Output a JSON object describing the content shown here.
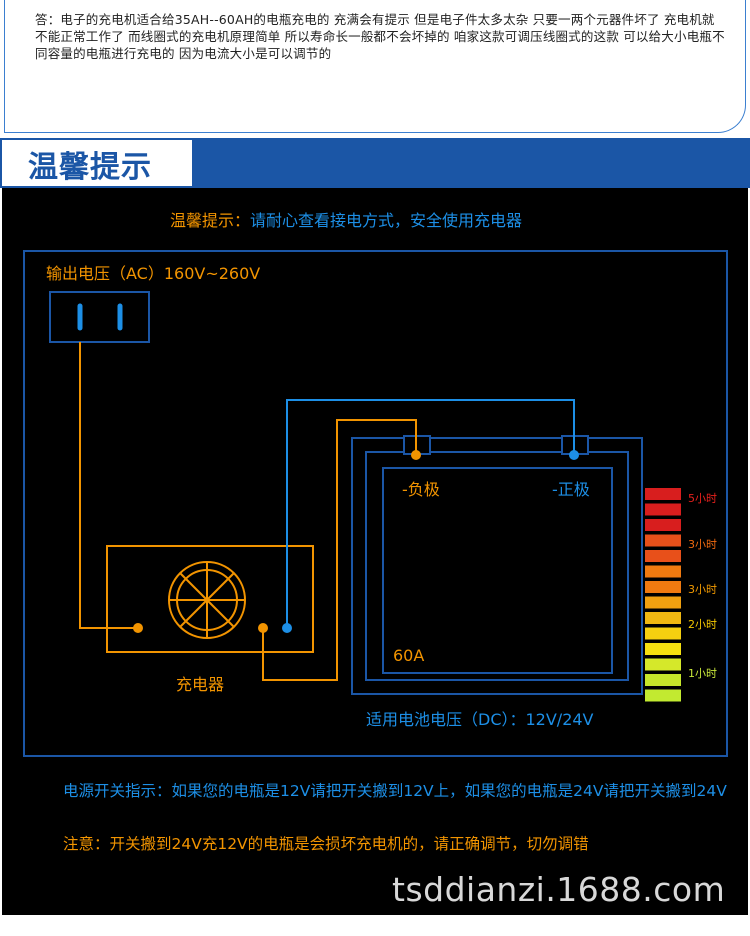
{
  "qa": {
    "text": "答：电子的充电机适合给35AH--60AH的电瓶充电的 充满会有提示 但是电子件太多太杂 只要一两个元器件坏了 充电机就不能正常工作了 而线圈式的充电机原理简单 所以寿命长一般都不会坏掉的 咱家这款可调压线圈式的这款 可以给大小电瓶不同容量的电瓶进行充电的 因为电流大小是可以调节的"
  },
  "header": {
    "title": "温馨提示"
  },
  "diagram": {
    "tip_prefix": "温馨提示：",
    "tip_body": "请耐心查看接电方式，安全使用充电器",
    "output_voltage": "输出电压（AC）160V~260V",
    "charger_label": "充电器",
    "negative_label": "-负极",
    "positive_label": "-正极",
    "current_label": "60A",
    "battery_voltage": "适用电池电压（DC）：12V/24V",
    "time_labels": [
      "5小时",
      "3小时",
      "3小时",
      "2小时",
      "1小时"
    ],
    "time_label_colors": [
      "#e5201c",
      "#f06a0f",
      "#f29a00",
      "#f5c800",
      "#c8e63a"
    ],
    "bar_colors": [
      "#d81e1e",
      "#d81e1e",
      "#d81e1e",
      "#e8501a",
      "#e8501a",
      "#f07a10",
      "#f07a10",
      "#f0a010",
      "#f0b812",
      "#f5d010",
      "#f5e010",
      "#d5e82a",
      "#c6e62a",
      "#c2ea30"
    ],
    "colors": {
      "orange": "#f29400",
      "blue": "#1d8fe6",
      "frame": "#1b56a6"
    }
  },
  "notes": {
    "switch_note": "电源开关指示：如果您的电瓶是12V请把开关搬到12V上，如果您的电瓶是24V请把开关搬到24V",
    "warning_note": "注意：开关搬到24V充12V的电瓶是会损坏充电机的，请正确调节，切勿调错"
  },
  "watermark": {
    "text": "tsddianzi.1688.com"
  }
}
